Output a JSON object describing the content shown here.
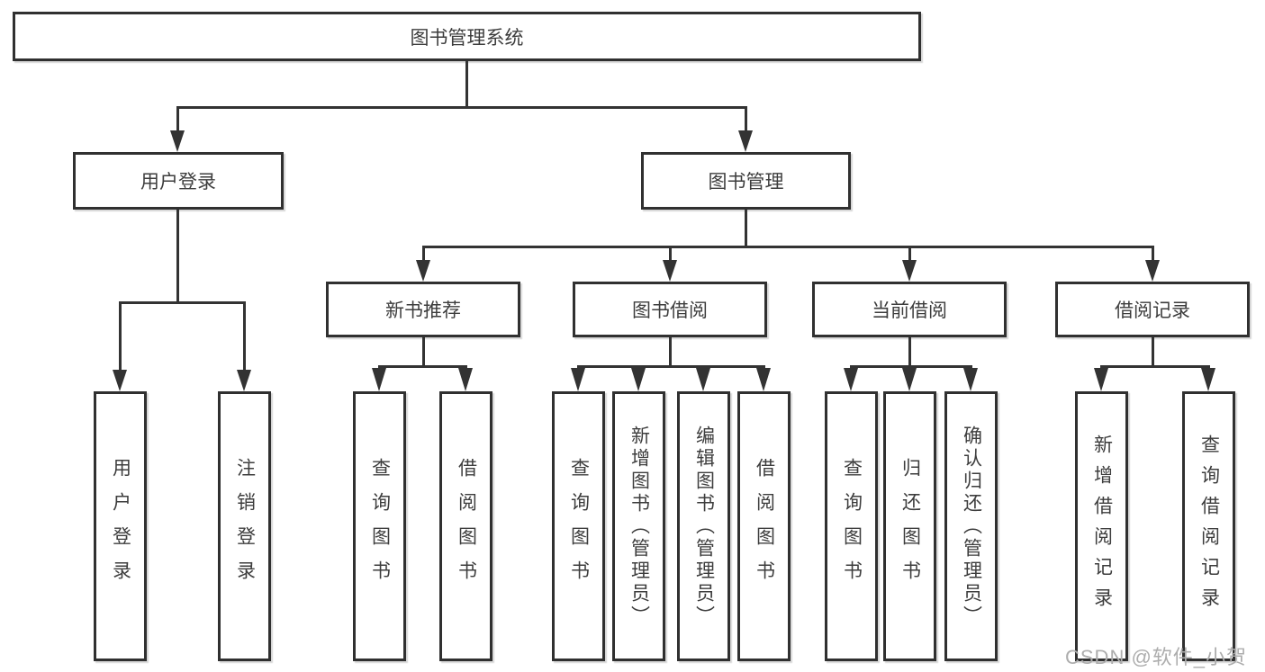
{
  "title_node": "图书管理系统",
  "branches": {
    "user_login": {
      "label": "用户登录",
      "children": [
        {
          "label": "用户登录"
        },
        {
          "label": "注销登录"
        }
      ]
    },
    "book_management": {
      "label": "图书管理",
      "sections": [
        {
          "label": "新书推荐",
          "children": [
            {
              "label": "查询图书"
            },
            {
              "label": "借阅图书"
            }
          ]
        },
        {
          "label": "图书借阅",
          "children": [
            {
              "label": "查询图书"
            },
            {
              "label": "新增图书（管理员）"
            },
            {
              "label": "编辑图书（管理员）"
            },
            {
              "label": "借阅图书"
            }
          ]
        },
        {
          "label": "当前借阅",
          "children": [
            {
              "label": "查询图书"
            },
            {
              "label": "归还图书"
            },
            {
              "label": "确认归还（管理员）"
            }
          ]
        },
        {
          "label": "借阅记录",
          "children": [
            {
              "label": "新增借阅记录"
            },
            {
              "label": "查询借阅记录"
            }
          ]
        }
      ]
    }
  },
  "watermark": "CSDN @软件_小贺同学",
  "colors": {
    "line": "#333333",
    "border": "#303030",
    "text": "#3d3d3d",
    "watermark": "#adadad",
    "background": "#ffffff"
  }
}
